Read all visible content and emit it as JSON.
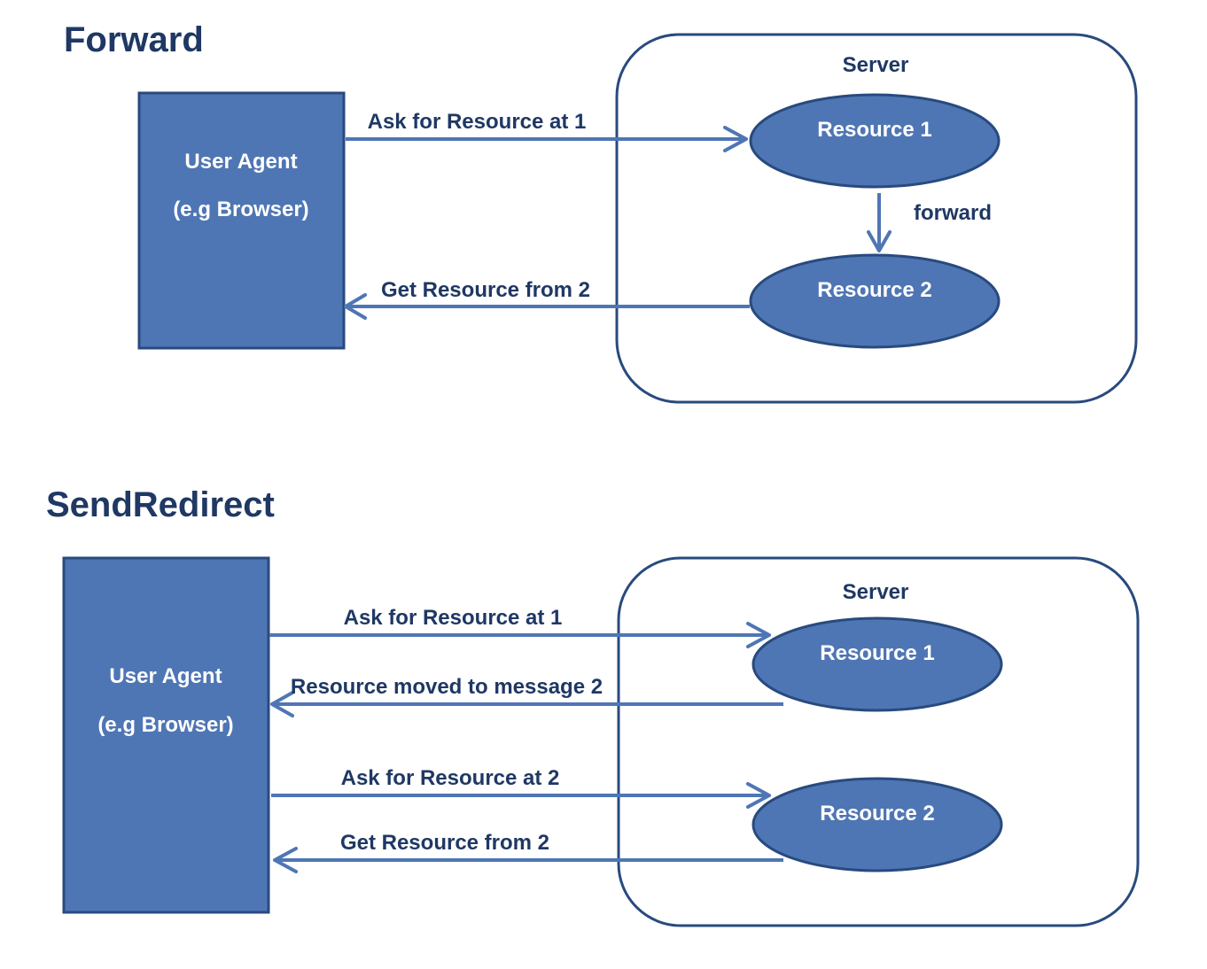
{
  "forward": {
    "title": "Forward",
    "user_agent_line1": "User Agent",
    "user_agent_line2": "(e.g Browser)",
    "server_label": "Server",
    "resource1": "Resource 1",
    "resource2": "Resource 2",
    "ask_label": "Ask for Resource at 1",
    "forward_label": "forward",
    "get_label": "Get Resource from 2"
  },
  "send_redirect": {
    "title": "SendRedirect",
    "user_agent_line1": "User Agent",
    "user_agent_line2": "(e.g Browser)",
    "server_label": "Server",
    "resource1": "Resource 1",
    "resource2": "Resource 2",
    "ask1_label": "Ask for Resource at 1",
    "moved_label": "Resource moved to message 2",
    "ask2_label": "Ask for Resource at 2",
    "get_label": "Get Resource from 2"
  },
  "colors": {
    "node_fill": "#4f76b4",
    "node_stroke": "#284a7e",
    "text_dark": "#1f3864"
  }
}
